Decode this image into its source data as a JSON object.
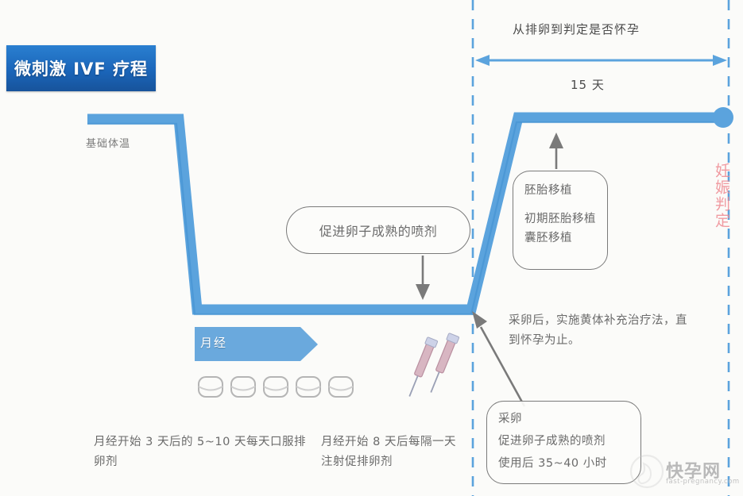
{
  "title_banner": {
    "text": "微刺激 IVF 疗程"
  },
  "curve": {
    "bbt_label": "基础体温"
  },
  "top_span": {
    "label": "从排卵到判定是否怀孕",
    "days": "15 天"
  },
  "menses": {
    "label": "月经",
    "pill_count": 5,
    "syringe_count": 2
  },
  "callouts": {
    "spray": "促进卵子成熟的喷剂",
    "transfer": {
      "heading": "胚胎移植",
      "line1": "初期胚胎移植",
      "line2": "囊胚移植"
    },
    "retrieval": {
      "line1": "采卵",
      "line2": "促进卵子成熟的喷剂",
      "line3": "使用后 35~40 小时"
    }
  },
  "notes": {
    "oral": "月经开始 3 天后的 5~10 天每天口服排卵剂",
    "inject": "月经开始 8 天后每隔一天注射促排卵剂",
    "luteal": "采卵后，实施黄体补充治疗法，直到怀孕为止。"
  },
  "pregnancy_verdict": {
    "text": "妊娠判定"
  },
  "watermark": {
    "brand": "快孕网",
    "url": "fast-pregnancy.com"
  },
  "colors": {
    "banner_blue": "#1b66ba",
    "curve_blue": "#5ba3dd",
    "curve_blue_dark": "#3f8fd0",
    "dash_blue": "#5ba3dd",
    "arrow_grey": "#7a7a7a",
    "text_grey": "#6b6b6b",
    "verdict_pink": "#ef8a92",
    "pill_grey": "#b5b5b5",
    "syringe_pink": "#c89aa8"
  }
}
